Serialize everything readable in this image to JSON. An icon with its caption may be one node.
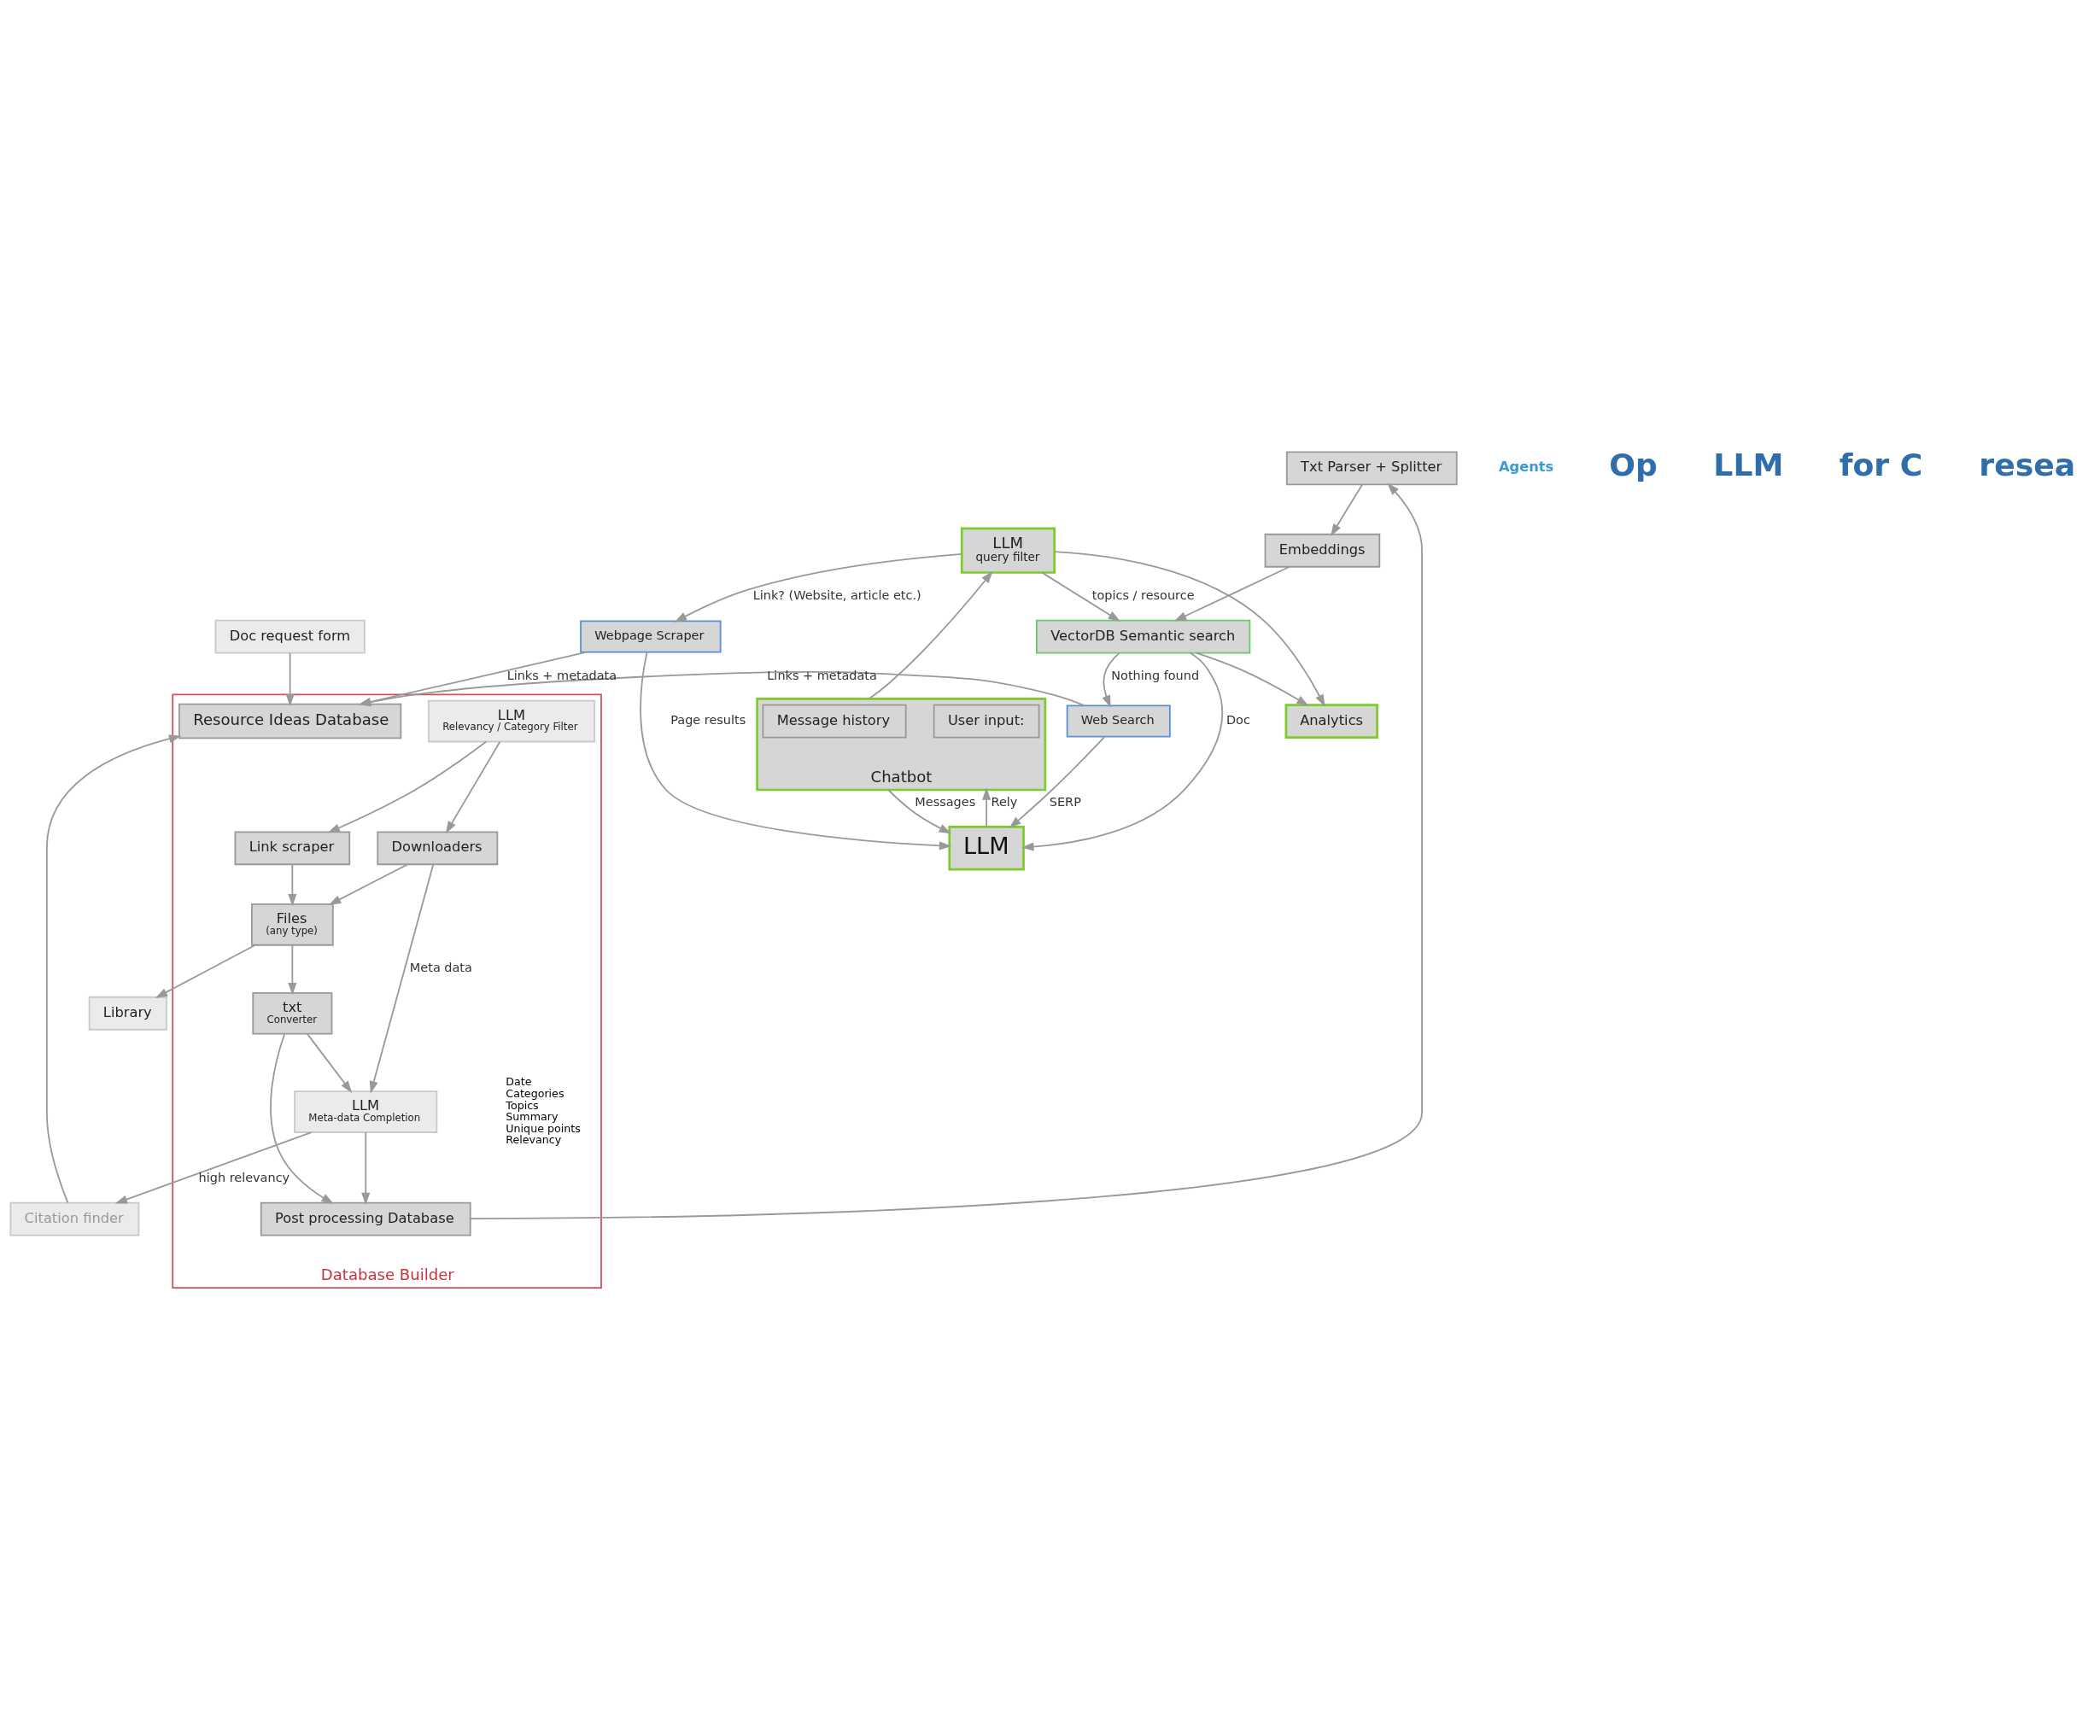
{
  "diagram": {
    "nodes": [
      {
        "text": [
          "Chatbot"
        ]
      },
      {
        "text": [
          "Message history"
        ],
        "in": 0
      },
      {
        "text": [
          "User input:"
        ],
        "in": 0
      },
      {
        "text": [
          "Analytics"
        ]
      },
      {
        "text": [
          "LLM",
          "query filter"
        ]
      },
      {
        "text": [
          "Library"
        ]
      },
      {
        "text": [
          "VectorDB Semantic search"
        ]
      },
      {
        "text": [
          "Embeddings"
        ]
      },
      {
        "text": [
          "Web Search"
        ]
      },
      {
        "text": [
          "LLM"
        ]
      },
      {
        "text": [
          "Webpage Scraper"
        ]
      },
      {
        "text": [
          "Txt Parser + Splitter"
        ]
      },
      {
        "text": [
          "Database Builder"
        ]
      },
      {
        "text": [
          "Post processing Database"
        ],
        "in": 12
      },
      {
        "text": [
          "Resource Ideas Database"
        ],
        "in": 12
      },
      {
        "text": [
          "LLM",
          "Relevancy / Category Filter"
        ],
        "in": 12
      },
      {
        "text": [
          "Link scraper"
        ],
        "in": 12
      },
      {
        "text": [
          "Downloaders"
        ],
        "in": 12
      },
      {
        "text": [
          "Files",
          "(any type)"
        ],
        "in": 12
      },
      {
        "text": [
          "txt",
          "Converter"
        ],
        "in": 12
      },
      {
        "text": [
          "LLM",
          "Meta-data Completion"
        ],
        "in": 12,
        "beside": [
          "Date",
          "Categories",
          "Topics",
          "Summary",
          "Unique points",
          "Relevancy"
        ]
      },
      {
        "text": [
          "Doc request form"
        ]
      },
      {
        "text": [
          "Citation finder"
        ]
      }
    ],
    "edges": [
      {
        "from": 0,
        "to": 4,
        "arrow": "to"
      },
      {
        "from": 0,
        "to": 9,
        "label": "Messages",
        "arrow": "to"
      },
      {
        "from": 4,
        "to": 3,
        "arrow": "to"
      },
      {
        "from": 4,
        "to": 10,
        "label": "Link? (Website, article etc.)",
        "arrow": "to"
      },
      {
        "from": 4,
        "to": 6,
        "label": "topics / resource",
        "arrow": "to"
      },
      {
        "from": 6,
        "to": 3,
        "arrow": "to"
      },
      {
        "from": 7,
        "to": 6,
        "arrow": "to"
      },
      {
        "from": 6,
        "to": 8,
        "label": "Nothing found",
        "arrow": "to"
      },
      {
        "from": 6,
        "to": 9,
        "label": "Doc",
        "arrow": "to"
      },
      {
        "from": 9,
        "to": 0,
        "label": "Rely",
        "arrow": "to"
      },
      {
        "from": 8,
        "to": 9,
        "label": "SERP",
        "arrow": "to"
      },
      {
        "from": 10,
        "to": 9,
        "label": "Page results",
        "arrow": "to"
      },
      {
        "from": 8,
        "to": 14,
        "label": "Links + metadata",
        "arrow": "to"
      },
      {
        "from": 10,
        "to": 14,
        "label": "Links + metadata",
        "arrow": "to"
      },
      {
        "from": 15,
        "to": 16,
        "arrow": "to"
      },
      {
        "from": 15,
        "to": 17,
        "arrow": "to"
      },
      {
        "from": 16,
        "to": 18,
        "arrow": "to"
      },
      {
        "from": 17,
        "to": 18,
        "arrow": "to"
      },
      {
        "from": 18,
        "to": 5,
        "arrow": "to"
      },
      {
        "from": 18,
        "to": 19,
        "arrow": "to"
      },
      {
        "from": 19,
        "to": 20,
        "arrow": "to"
      },
      {
        "from": 19,
        "to": 13,
        "arrow": "to"
      },
      {
        "from": 20,
        "to": 13,
        "arrow": "to"
      },
      {
        "from": 17,
        "to": 20,
        "label": "Meta data",
        "arrow": "to"
      },
      {
        "from": 13,
        "to": 11,
        "arrow": "to"
      },
      {
        "from": 11,
        "to": 7,
        "arrow": "to"
      },
      {
        "from": 20,
        "to": 22,
        "label": "high relevancy",
        "arrow": "to"
      },
      {
        "from": 21,
        "to": 14,
        "arrow": "to"
      },
      {
        "from": 22,
        "to": 14,
        "arrow": "to"
      }
    ],
    "labels": [
      "Agents",
      "Op",
      "LLM",
      "for C",
      "resea"
    ]
  }
}
